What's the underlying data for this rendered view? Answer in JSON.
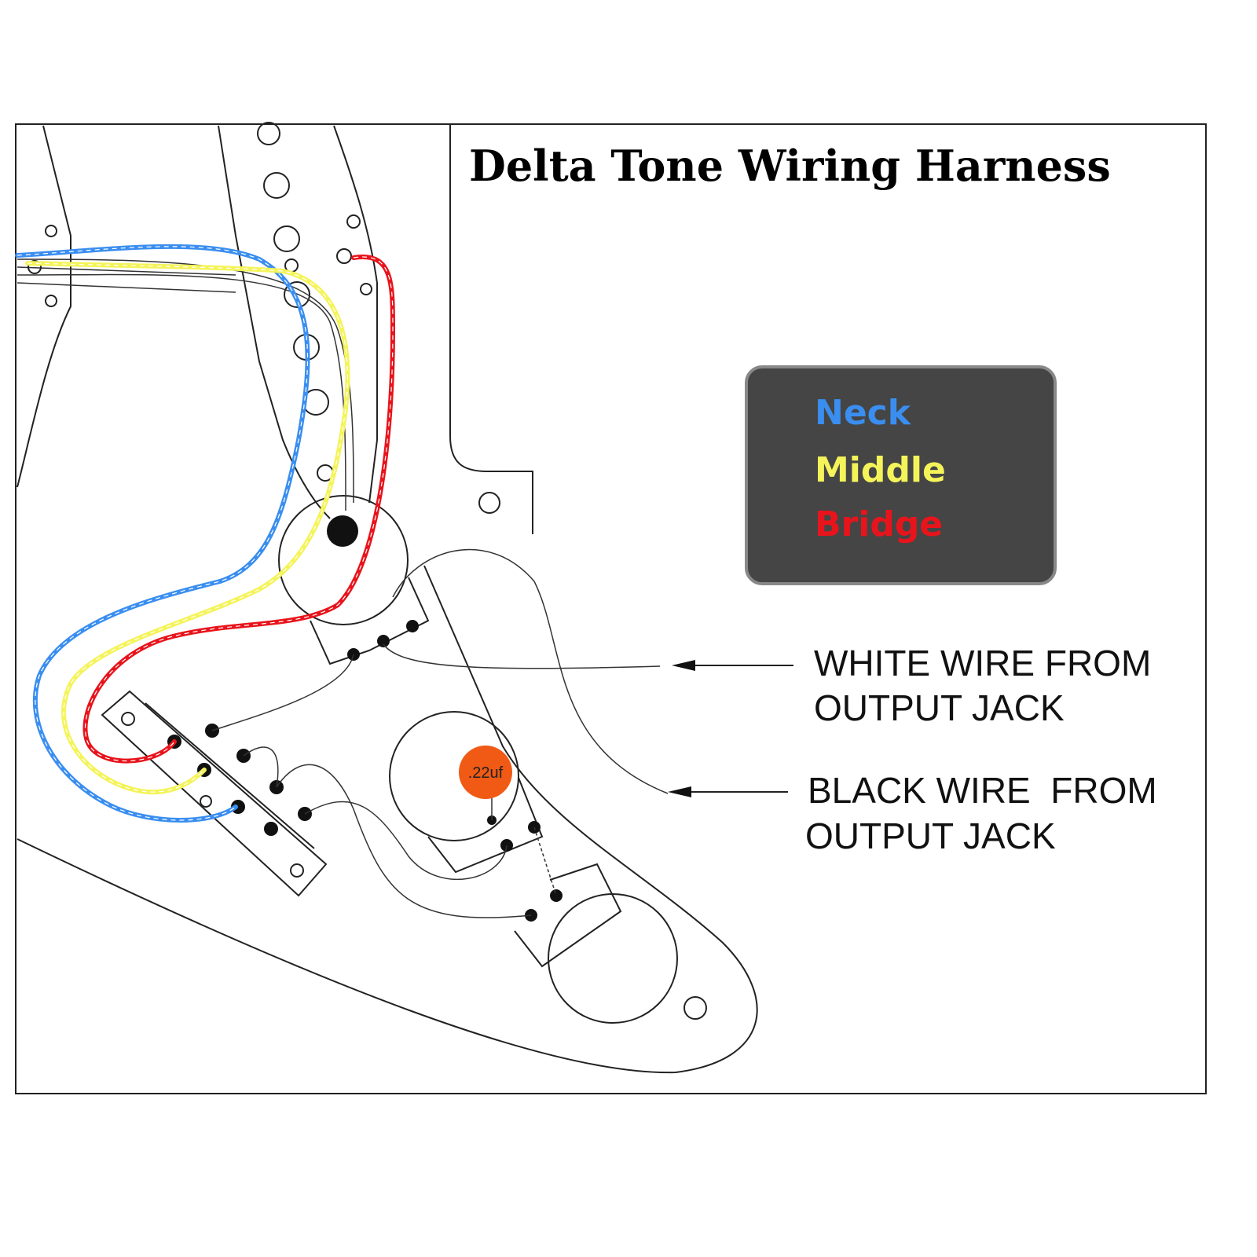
{
  "title": "Delta Tone Wiring Harness",
  "legend": {
    "items": [
      {
        "label": "Neck",
        "color": "#3a8ef0"
      },
      {
        "label": "Middle",
        "color": "#f4f45a"
      },
      {
        "label": "Bridge",
        "color": "#e8141c"
      }
    ],
    "background": "#454545"
  },
  "annotations": {
    "white_wire": [
      "WHITE WIRE FROM",
      "OUTPUT JACK"
    ],
    "black_wire": [
      "BLACK WIRE  FROM",
      "OUTPUT JACK"
    ]
  },
  "capacitor": {
    "label": ".22uf",
    "color": "#f05a14"
  }
}
